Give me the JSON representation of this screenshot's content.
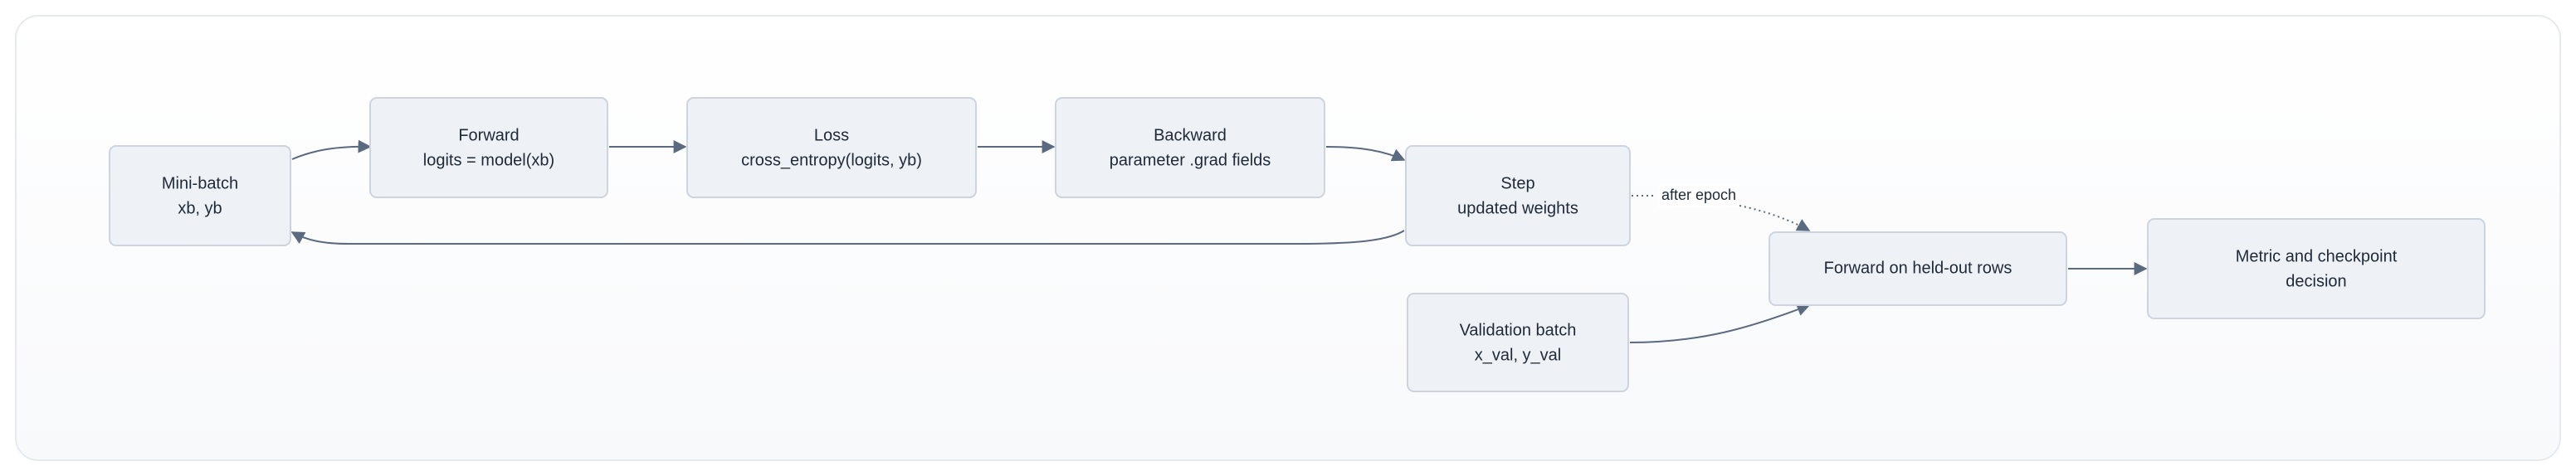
{
  "nodes": {
    "minibatch": {
      "line1": "Mini-batch",
      "line2": "xb, yb"
    },
    "forward": {
      "line1": "Forward",
      "line2": "logits = model(xb)"
    },
    "loss": {
      "line1": "Loss",
      "line2": "cross_entropy(logits, yb)"
    },
    "backward": {
      "line1": "Backward",
      "line2": "parameter .grad fields"
    },
    "step": {
      "line1": "Step",
      "line2": "updated weights"
    },
    "validation": {
      "line1": "Validation batch",
      "line2": "x_val, y_val"
    },
    "heldout": {
      "line1": "Forward on held-out rows"
    },
    "metric": {
      "line1": "Metric and checkpoint",
      "line2": "decision"
    }
  },
  "edges": {
    "after_epoch_label": "after epoch"
  },
  "colors": {
    "node_fill": "#eef1f6",
    "node_border": "#cdd4df",
    "edge": "#5a6a80",
    "text": "#1f2937"
  }
}
